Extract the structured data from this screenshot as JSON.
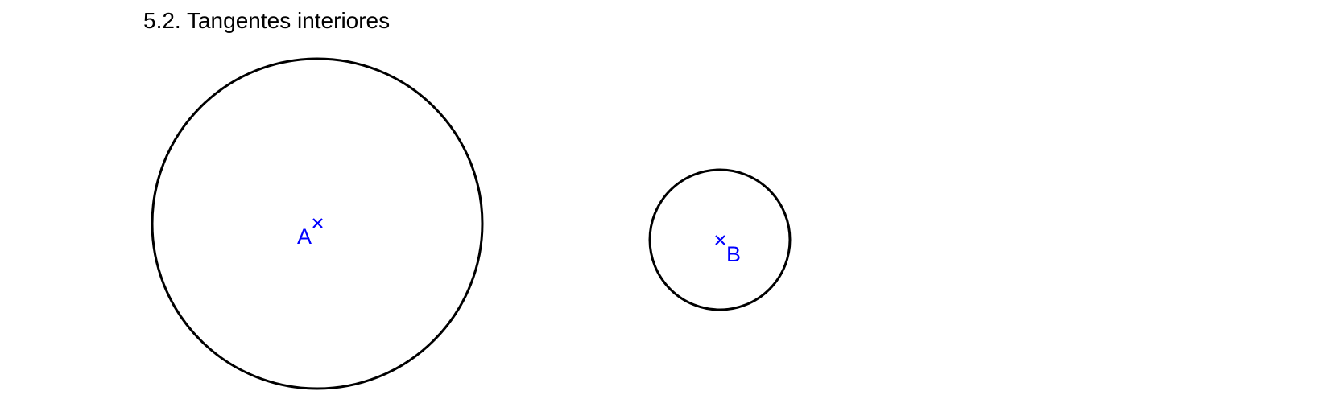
{
  "heading": "5.2. Tangentes interiores",
  "figure": {
    "circle_stroke": "#000000",
    "point_color": "#0000ff",
    "points": [
      {
        "label": "A",
        "marker": "cross-marker"
      },
      {
        "label": "B",
        "marker": "cross-marker"
      }
    ]
  }
}
